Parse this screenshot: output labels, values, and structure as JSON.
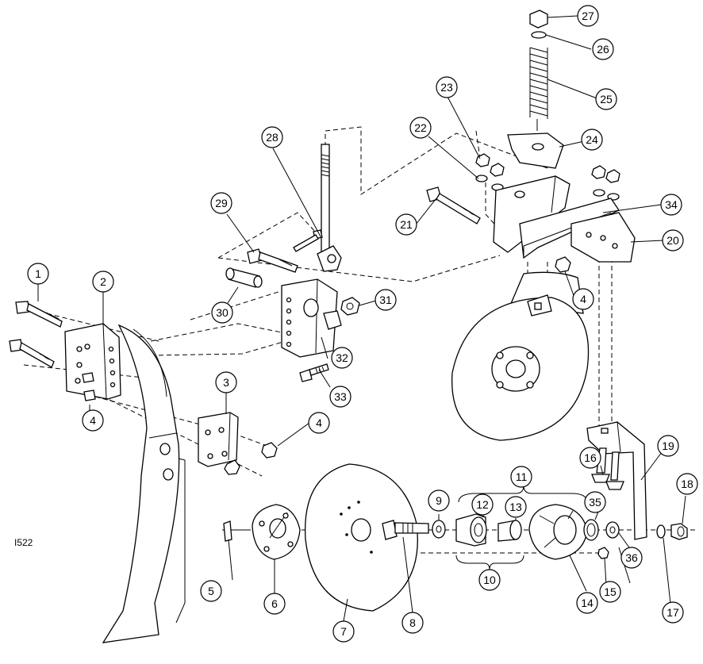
{
  "figure_code": "I522",
  "callouts": [
    "1",
    "2",
    "3",
    "4",
    "4",
    "4",
    "4",
    "5",
    "6",
    "7",
    "8",
    "9",
    "10",
    "11",
    "12",
    "13",
    "14",
    "15",
    "16",
    "17",
    "18",
    "19",
    "20",
    "21",
    "22",
    "23",
    "24",
    "25",
    "26",
    "27",
    "28",
    "29",
    "30",
    "31",
    "32",
    "33",
    "34",
    "35",
    "36"
  ]
}
